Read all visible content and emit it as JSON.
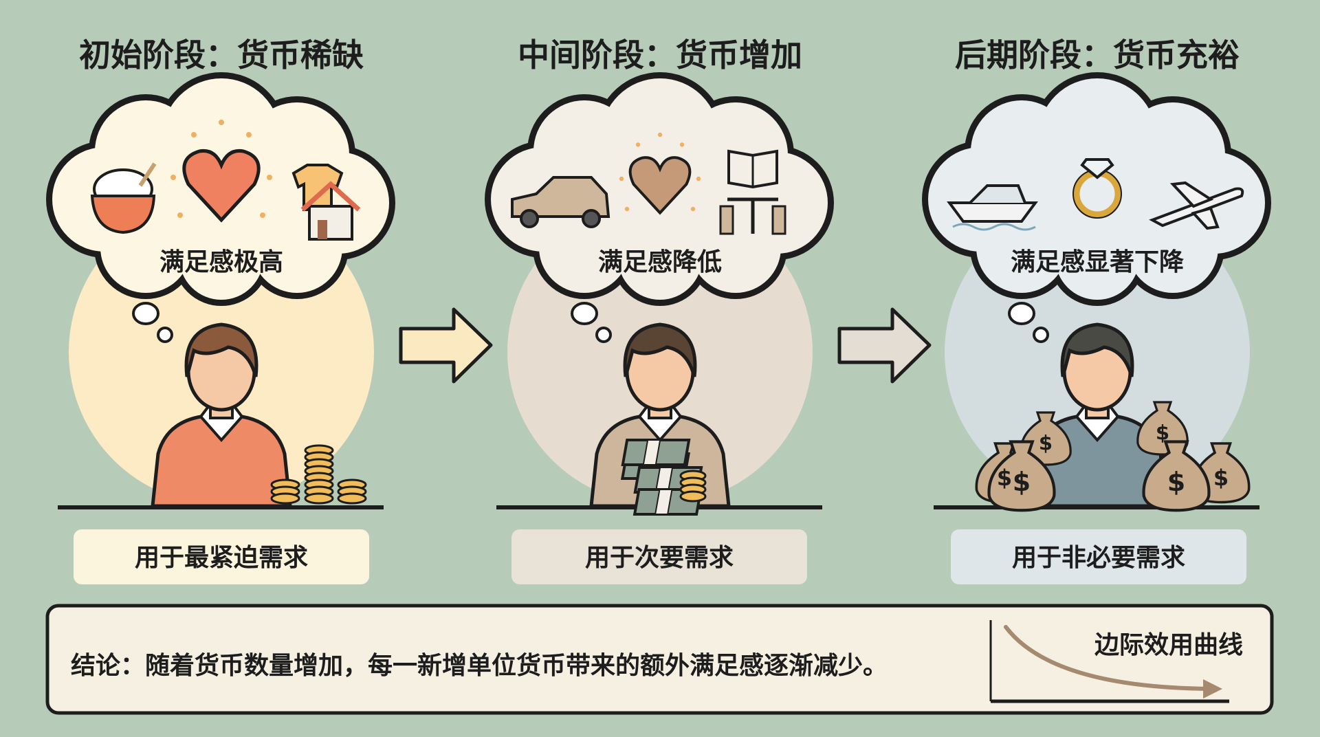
{
  "colors": {
    "background": "#b6cbb8",
    "outline": "#1d1d1d",
    "curve": "#a58a70"
  },
  "stages": [
    {
      "title": "初始阶段：货币稀缺",
      "satisfaction": "满足感极高",
      "usage": "用于最紧迫需求",
      "icons": [
        "rice-bowl-icon",
        "heart-icon",
        "shirt-icon",
        "house-icon"
      ],
      "money": "coins",
      "colors": {
        "halo": "#fcebc4",
        "cloud": "#fdf6e3",
        "shirt": "#ef8a66",
        "hair": "#8b5a3c",
        "label": "#fbf5de",
        "heart": "#ef8060"
      }
    },
    {
      "title": "中间阶段：货币增加",
      "satisfaction": "满足感降低",
      "usage": "用于次要需求",
      "icons": [
        "car-icon",
        "heart-icon",
        "book-icon",
        "table-chairs-icon"
      ],
      "money": "cash",
      "colors": {
        "halo": "#e6ddd0",
        "cloud": "#f3efe6",
        "shirt": "#cdb69c",
        "hair": "#5a4535",
        "label": "#e9e2d6",
        "heart": "#c49a78"
      }
    },
    {
      "title": "后期阶段：货币充裕",
      "satisfaction": "满足感显著下降",
      "usage": "用于非必要需求",
      "icons": [
        "yacht-icon",
        "diamond-ring-icon",
        "airplane-icon"
      ],
      "money": "money-bags",
      "colors": {
        "halo": "#d3dcdf",
        "cloud": "#e8edf0",
        "shirt": "#7f959e",
        "hair": "#4a4a44",
        "label": "#dfe6ea",
        "heart": "#d9a73c"
      }
    }
  ],
  "conclusion": {
    "text": "结论：随着货币数量增加，每一新增单位货币带来的额外满足感逐渐减少。",
    "curve_label": "边际效用曲线"
  }
}
